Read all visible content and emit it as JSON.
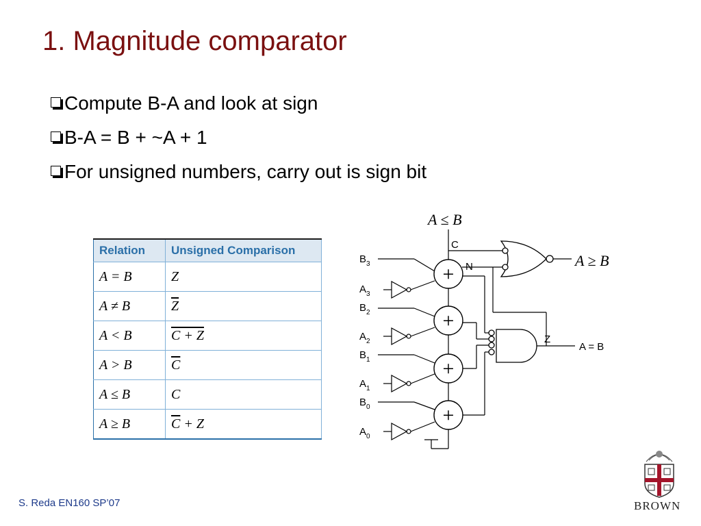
{
  "slide": {
    "title": "1. Magnitude comparator",
    "bullets": [
      "Compute B-A and look at sign",
      "B-A = B + ~A + 1",
      "For unsigned numbers, carry out is sign bit"
    ],
    "footer": "S. Reda EN160 SP’07",
    "logo_text": "BROWN"
  },
  "table": {
    "headers": [
      "Relation",
      "Unsigned Comparison"
    ],
    "rows": [
      {
        "relation": "A = B",
        "comparison": "Z"
      },
      {
        "relation": "A ≠ B",
        "comparison": "Z"
      },
      {
        "relation": "A < B",
        "comparison": "C + Z"
      },
      {
        "relation": "A > B",
        "comparison": "C"
      },
      {
        "relation": "A ≤ B",
        "comparison": "C"
      },
      {
        "relation": "A ≥ B",
        "comparison": "C + Z"
      }
    ]
  },
  "circuit": {
    "le_label": "A ≤ B",
    "ge_label": "A ≥ B",
    "eq_label": "A = B",
    "c_label": "C",
    "n_label": "N",
    "z_label": "Z",
    "plus": "+",
    "inputs": [
      {
        "b": "B",
        "b_sub": "3",
        "a": "A",
        "a_sub": "3"
      },
      {
        "b": "B",
        "b_sub": "2",
        "a": "A",
        "a_sub": "2"
      },
      {
        "b": "B",
        "b_sub": "1",
        "a": "A",
        "a_sub": "1"
      },
      {
        "b": "B",
        "b_sub": "0",
        "a": "A",
        "a_sub": "0"
      }
    ]
  }
}
